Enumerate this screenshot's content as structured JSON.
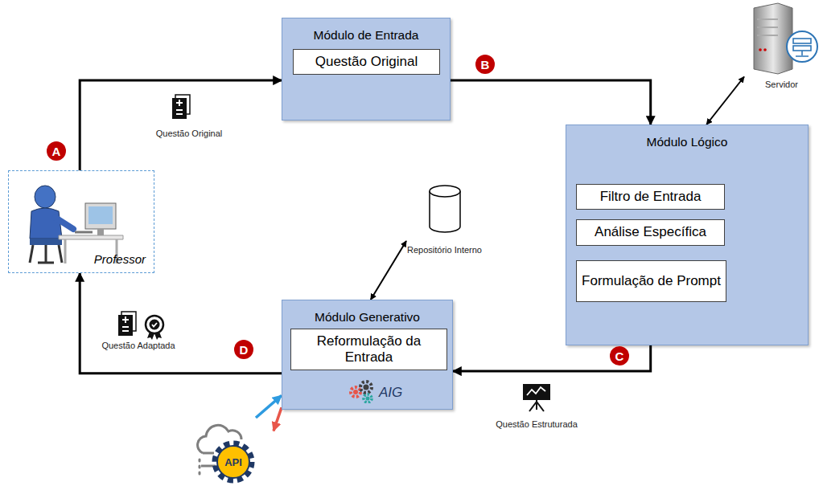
{
  "diagram": {
    "nodes": [
      {
        "text": [
          "Professor"
        ]
      },
      {
        "text": [
          "Módulo de Entrada"
        ]
      },
      {
        "text": [
          "Questão Original"
        ],
        "in": 1
      },
      {
        "text": [
          "Servidor"
        ]
      },
      {
        "text": [
          "Módulo Lógico"
        ]
      },
      {
        "text": [
          "Filtro de Entrada"
        ],
        "in": 4
      },
      {
        "text": [
          "Análise Específica"
        ],
        "in": 4
      },
      {
        "text": [
          "Formulação de Prompt"
        ],
        "in": 4
      },
      {
        "text": [
          "Repositório Interno"
        ]
      },
      {
        "text": [
          "Módulo Generativo",
          "AIG"
        ]
      },
      {
        "text": [
          "Reformulação da Entrada"
        ],
        "in": 9
      },
      {
        "text": [
          "API"
        ]
      }
    ],
    "edges": [
      {
        "from": 0,
        "to": 1,
        "label": "Questão Original",
        "arrow": "to"
      },
      {
        "from": 1,
        "to": 4,
        "arrow": "to"
      },
      {
        "from": 3,
        "to": 4,
        "arrow": "both"
      },
      {
        "from": 4,
        "to": 9,
        "label": "Questão Estruturada",
        "arrow": "to"
      },
      {
        "from": 8,
        "to": 9,
        "arrow": "both"
      },
      {
        "from": 11,
        "to": 9,
        "arrow": "to"
      },
      {
        "from": 9,
        "to": 11,
        "arrow": "to"
      },
      {
        "from": 9,
        "to": 0,
        "label": "Questão Adaptada",
        "arrow": "to"
      }
    ],
    "labels": [
      "A",
      "B",
      "C",
      "D"
    ]
  }
}
